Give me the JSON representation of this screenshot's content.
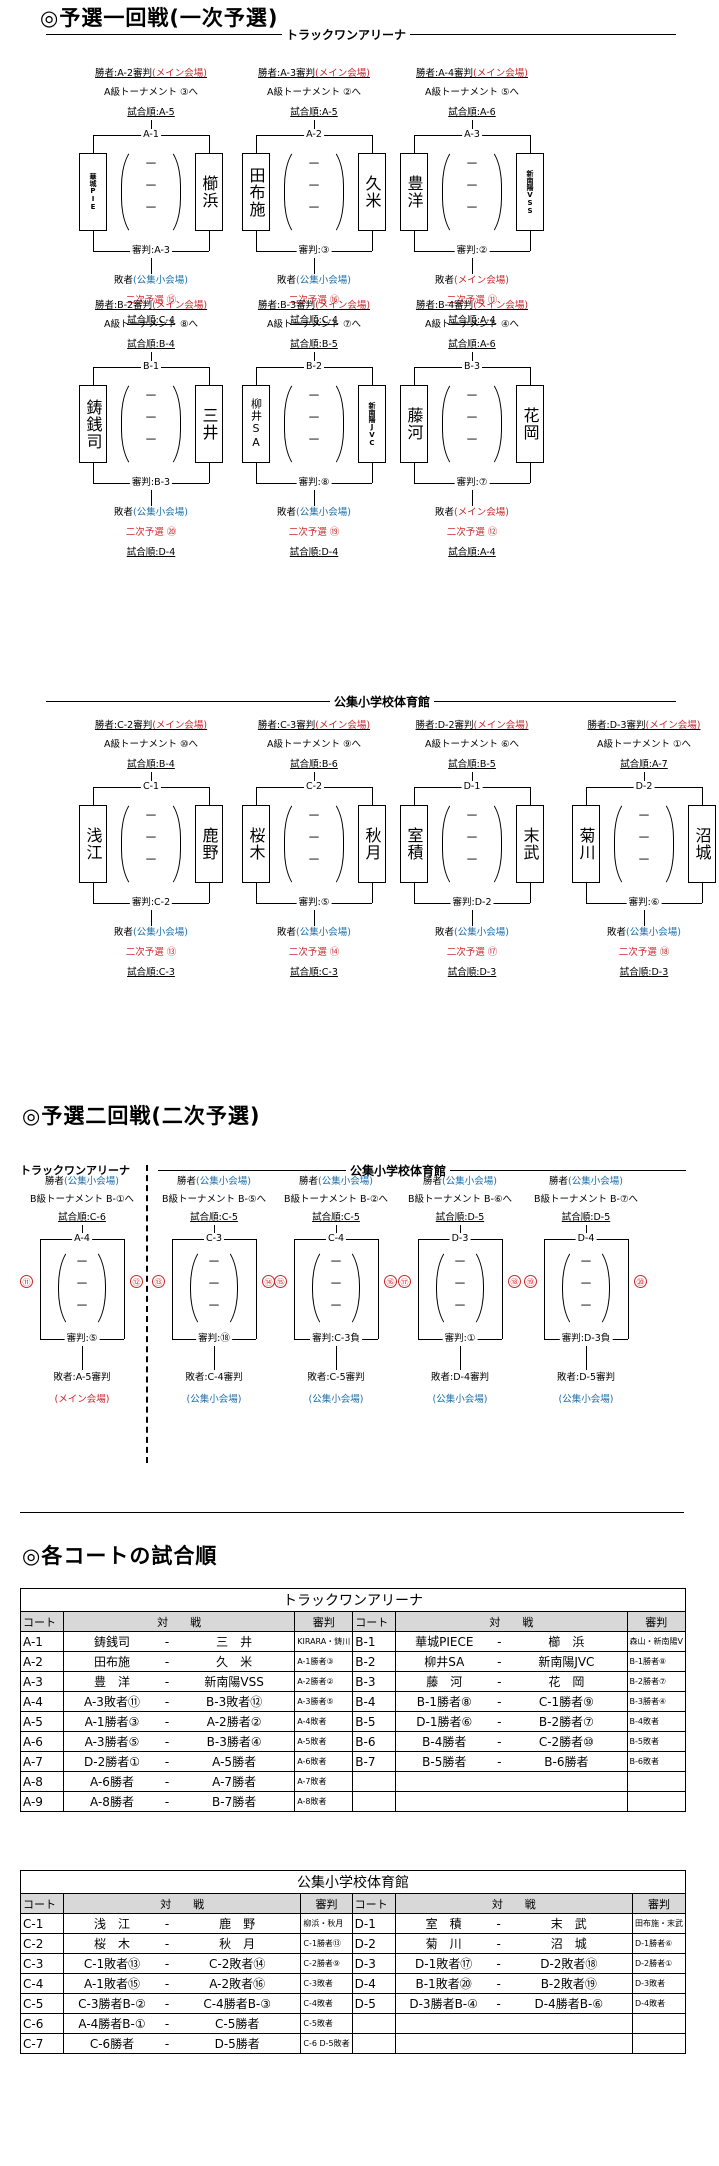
{
  "title1": "◎予選一回戦(一次予選)",
  "title2": "◎予選二回戦(二次予選)",
  "title3": "◎各コートの試合順",
  "venue_track": "トラックワンアリーナ",
  "venue_school": "公集小学校体育館",
  "round1": [
    {
      "win": "勝者:A-2審判(メイン会場)",
      "next": "A級トーナメント ③へ",
      "ord": "試合順:A-5",
      "id": "A-1",
      "l": "華城PIE",
      "ls": true,
      "r": "櫛浜",
      "ref": "審判:A-3",
      "lose": "敗者(公集小会場)",
      "sec": "二次予選 ⑮",
      "ord2": "試合順:C-4"
    },
    {
      "win": "勝者:A-3審判(メイン会場)",
      "next": "A級トーナメント ②へ",
      "ord": "試合順:A-5",
      "id": "A-2",
      "l": "田布施",
      "r": "久米",
      "ref": "審判:③",
      "lose": "敗者(公集小会場)",
      "sec": "二次予選 ⑯",
      "ord2": "試合順:C-4"
    },
    {
      "win": "勝者:A-4審判(メイン会場)",
      "next": "A級トーナメント ⑤へ",
      "ord": "試合順:A-6",
      "id": "A-3",
      "l": "豊洋",
      "r": "新南陽VSS",
      "rs": true,
      "ref": "審判:②",
      "lose": "敗者(メイン会場)",
      "sec": "二次予選 ⑪",
      "ord2": "試合順:A-4"
    },
    {
      "win": "勝者:B-2審判(メイン会場)",
      "next": "A級トーナメント ⑧へ",
      "ord": "試合順:B-4",
      "id": "B-1",
      "l": "鋳銭司",
      "r": "三井",
      "ref": "審判:B-3",
      "lose": "敗者(公集小会場)",
      "sec": "二次予選 ⑳",
      "ord2": "試合順:D-4"
    },
    {
      "win": "勝者:B-3審判(メイン会場)",
      "next": "A級トーナメント ⑦へ",
      "ord": "試合順:B-5",
      "id": "B-2",
      "l": "柳井SA",
      "ls2": true,
      "r": "新南陽JVC",
      "rs": true,
      "ref": "審判:⑧",
      "lose": "敗者(公集小会場)",
      "sec": "二次予選 ⑲",
      "ord2": "試合順:D-4"
    },
    {
      "win": "勝者:B-4審判(メイン会場)",
      "next": "A級トーナメント ④へ",
      "ord": "試合順:A-6",
      "id": "B-3",
      "l": "藤河",
      "r": "花岡",
      "ref": "審判:⑦",
      "lose": "敗者(メイン会場)",
      "sec": "二次予選 ⑫",
      "ord2": "試合順:A-4"
    },
    {
      "win": "勝者:C-2審判(メイン会場)",
      "next": "A級トーナメント ⑩へ",
      "ord": "試合順:B-4",
      "id": "C-1",
      "l": "浅江",
      "r": "鹿野",
      "ref": "審判:C-2",
      "lose": "敗者(公集小会場)",
      "sec": "二次予選 ⑬",
      "ord2": "試合順:C-3"
    },
    {
      "win": "勝者:C-3審判(メイン会場)",
      "next": "A級トーナメント ⑨へ",
      "ord": "試合順:B-6",
      "id": "C-2",
      "l": "桜木",
      "r": "秋月",
      "ref": "審判:⑤",
      "lose": "敗者(公集小会場)",
      "sec": "二次予選 ⑭",
      "ord2": "試合順:C-3"
    },
    {
      "win": "勝者:D-2審判(メイン会場)",
      "next": "A級トーナメント ⑥へ",
      "ord": "試合順:B-5",
      "id": "D-1",
      "l": "室積",
      "r": "末武",
      "ref": "審判:D-2",
      "lose": "敗者(公集小会場)",
      "sec": "二次予選 ⑰",
      "ord2": "試合順:D-3"
    },
    {
      "win": "勝者:D-3審判(メイン会場)",
      "next": "A級トーナメント ①へ",
      "ord": "試合順:A-7",
      "id": "D-2",
      "l": "菊川",
      "r": "沼城",
      "ref": "審判:⑥",
      "lose": "敗者(公集小会場)",
      "sec": "二次予選 ⑱",
      "ord2": "試合順:D-3"
    }
  ],
  "round2": [
    {
      "win": "勝者(公集小会場)",
      "next": "B級トーナメント B-①へ",
      "ord": "試合順:C-6",
      "id": "A-4",
      "lc": "⑪",
      "rc": "⑫",
      "ref": "審判:⑤",
      "lose": "敗者:A-5審判",
      "loc": "(メイン会場)",
      "locred": true
    },
    {
      "win": "勝者(公集小会場)",
      "next": "B級トーナメント B-⑤へ",
      "ord": "試合順:C-5",
      "id": "C-3",
      "lc": "⑬",
      "rc": "⑭",
      "ref": "審判:⑱",
      "lose": "敗者:C-4審判",
      "loc": "(公集小会場)"
    },
    {
      "win": "勝者(公集小会場)",
      "next": "B級トーナメント B-②へ",
      "ord": "試合順:C-5",
      "id": "C-4",
      "lc": "⑮",
      "rc": "⑯",
      "ref": "審判:C-3負",
      "lose": "敗者:C-5審判",
      "loc": "(公集小会場)"
    },
    {
      "win": "勝者(公集小会場)",
      "next": "B級トーナメント B-⑥へ",
      "ord": "試合順:D-5",
      "id": "D-3",
      "lc": "⑰",
      "rc": "⑱",
      "ref": "審判:①",
      "lose": "敗者:D-4審判",
      "loc": "(公集小会場)"
    },
    {
      "win": "勝者(公集小会場)",
      "next": "B級トーナメント B-⑦へ",
      "ord": "試合順:D-5",
      "id": "D-4",
      "lc": "⑲",
      "rc": "⑳",
      "ref": "審判:D-3負",
      "lose": "敗者:D-5審判",
      "loc": "(公集小会場)"
    }
  ],
  "dash": "－",
  "sched_head": {
    "court": "コート",
    "match": "対　　戦",
    "ref": "審判"
  },
  "sched1": [
    [
      "A-1",
      "鋳銭司",
      "三　井",
      "KIRARA・鋳川",
      "B-1",
      "華城PIECE",
      "櫛　浜",
      "森山・新南陽V"
    ],
    [
      "A-2",
      "田布施",
      "久　米",
      "A-1勝者③",
      "B-2",
      "柳井SA",
      "新南陽JVC",
      "B-1勝者⑧"
    ],
    [
      "A-3",
      "豊　洋",
      "新南陽VSS",
      "A-2勝者②",
      "B-3",
      "藤　河",
      "花　岡",
      "B-2勝者⑦"
    ],
    [
      "A-4",
      "A-3敗者⑪",
      "B-3敗者⑫",
      "A-3勝者⑤",
      "B-4",
      "B-1勝者⑧",
      "C-1勝者⑨",
      "B-3勝者④"
    ],
    [
      "A-5",
      "A-1勝者③",
      "A-2勝者②",
      "A-4敗者",
      "B-5",
      "D-1勝者⑥",
      "B-2勝者⑦",
      "B-4敗者"
    ],
    [
      "A-6",
      "A-3勝者⑤",
      "B-3勝者④",
      "A-5敗者",
      "B-6",
      "B-4勝者",
      "C-2勝者⑩",
      "B-5敗者"
    ],
    [
      "A-7",
      "D-2勝者①",
      "A-5勝者",
      "A-6敗者",
      "B-7",
      "B-5勝者",
      "B-6勝者",
      "B-6敗者"
    ],
    [
      "A-8",
      "A-6勝者",
      "A-7勝者",
      "A-7敗者",
      "",
      "",
      "",
      ""
    ],
    [
      "A-9",
      "A-8勝者",
      "B-7勝者",
      "A-8敗者",
      "",
      "",
      "",
      ""
    ]
  ],
  "sched2": [
    [
      "C-1",
      "浅　江",
      "鹿　野",
      "柳浜・秋月",
      "D-1",
      "室　積",
      "末　武",
      "田布施・末武"
    ],
    [
      "C-2",
      "桜　木",
      "秋　月",
      "C-1勝者⑬",
      "D-2",
      "菊　川",
      "沼　城",
      "D-1勝者⑥"
    ],
    [
      "C-3",
      "C-1敗者⑬",
      "C-2敗者⑭",
      "C-2勝者⑨",
      "D-3",
      "D-1敗者⑰",
      "D-2敗者⑱",
      "D-2勝者①"
    ],
    [
      "C-4",
      "A-1敗者⑮",
      "A-2敗者⑯",
      "C-3敗者",
      "D-4",
      "B-1敗者⑳",
      "B-2敗者⑲",
      "D-3敗者"
    ],
    [
      "C-5",
      "C-3勝者B-②",
      "C-4勝者B-③",
      "C-4敗者",
      "D-5",
      "D-3勝者B-④",
      "D-4勝者B-⑥",
      "D-4敗者"
    ],
    [
      "C-6",
      "A-4勝者B-①",
      "C-5勝者",
      "C-5敗者",
      "",
      "",
      "",
      ""
    ],
    [
      "C-7",
      "C-6勝者",
      "D-5勝者",
      "C-6 D-5敗者",
      "",
      "",
      "",
      ""
    ]
  ]
}
